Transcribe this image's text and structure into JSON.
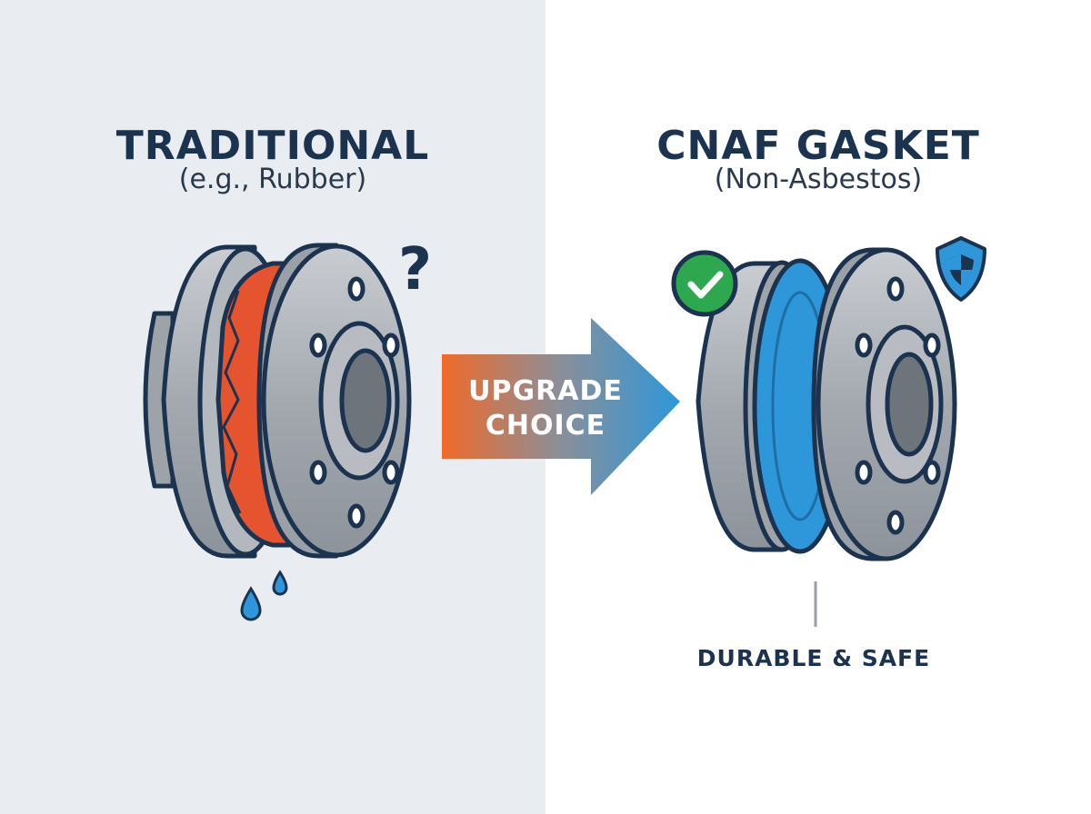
{
  "left": {
    "title": "TRADITIONAL",
    "subtitle": "(e.g., Rubber)",
    "mark": "?"
  },
  "right": {
    "title": "CNAF GASKET",
    "subtitle": "(Non-Asbestos)",
    "caption": "DURABLE & SAFE"
  },
  "arrow": {
    "line1": "UPGRADE",
    "line2": "CHOICE"
  },
  "colors": {
    "left_bg": "#e9ecf0",
    "right_bg": "#ffffff",
    "rubber_gasket": "#e5532f",
    "cnaf_gasket": "#2d97d9",
    "metal": "#a9aeb5",
    "outline": "#1c3350",
    "check_badge": "#2ea84e",
    "arrow_start": "#f06a2a",
    "arrow_end": "#2d97d9"
  },
  "icons": [
    "question-mark-icon",
    "water-drop-icon",
    "check-icon",
    "shield-icon",
    "upgrade-arrow-icon"
  ]
}
